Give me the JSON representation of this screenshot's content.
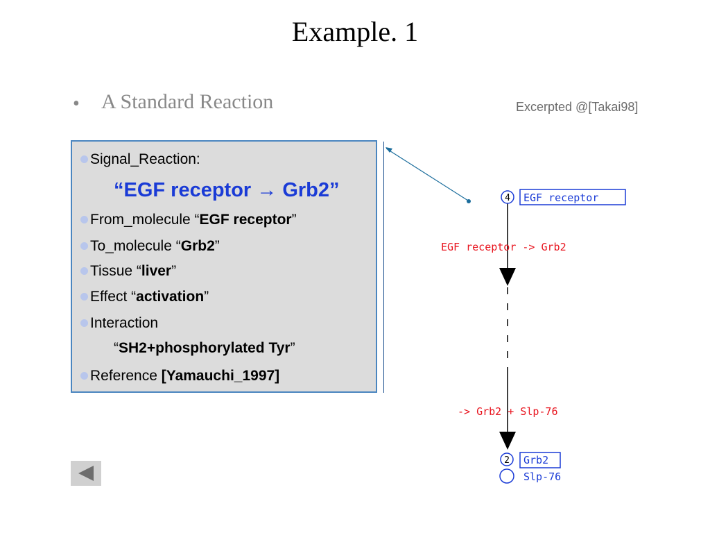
{
  "slide": {
    "title": "Example. 1",
    "bullet": "A Standard Reaction",
    "excerpt": "Excerpted @[Takai98]"
  },
  "info_box": {
    "signal_label": "Signal_Reaction:",
    "reaction_name": "“EGF receptor → Grb2”",
    "from_label": "From_molecule “",
    "from_value": "EGF receptor",
    "to_label": "To_molecule “",
    "to_value": "Grb2",
    "tissue_label": "Tissue “",
    "tissue_value": "liver",
    "effect_label": "Effect “",
    "effect_value": "activation",
    "interaction_label": "Interaction",
    "interaction_value": "SH2+phosphorylated Tyr",
    "reference_label": "Reference ",
    "reference_value": "[Yamauchi_1997]",
    "quote_open": "“",
    "quote_close": "”"
  },
  "diagram": {
    "nodes": [
      {
        "number": "4",
        "label": "EGF receptor"
      },
      {
        "number": "2",
        "label": "Grb2"
      },
      {
        "number": "",
        "label": "Slp-76"
      }
    ],
    "reactions": [
      "EGF receptor -> Grb2",
      "-> Grb2 + Slp-76"
    ],
    "colors": {
      "node_blue": "#1a3bd6",
      "reaction_red": "#e8141e",
      "pointer_line": "#1b6d9c"
    }
  },
  "navigation": {
    "back_icon": "left-triangle-icon"
  }
}
